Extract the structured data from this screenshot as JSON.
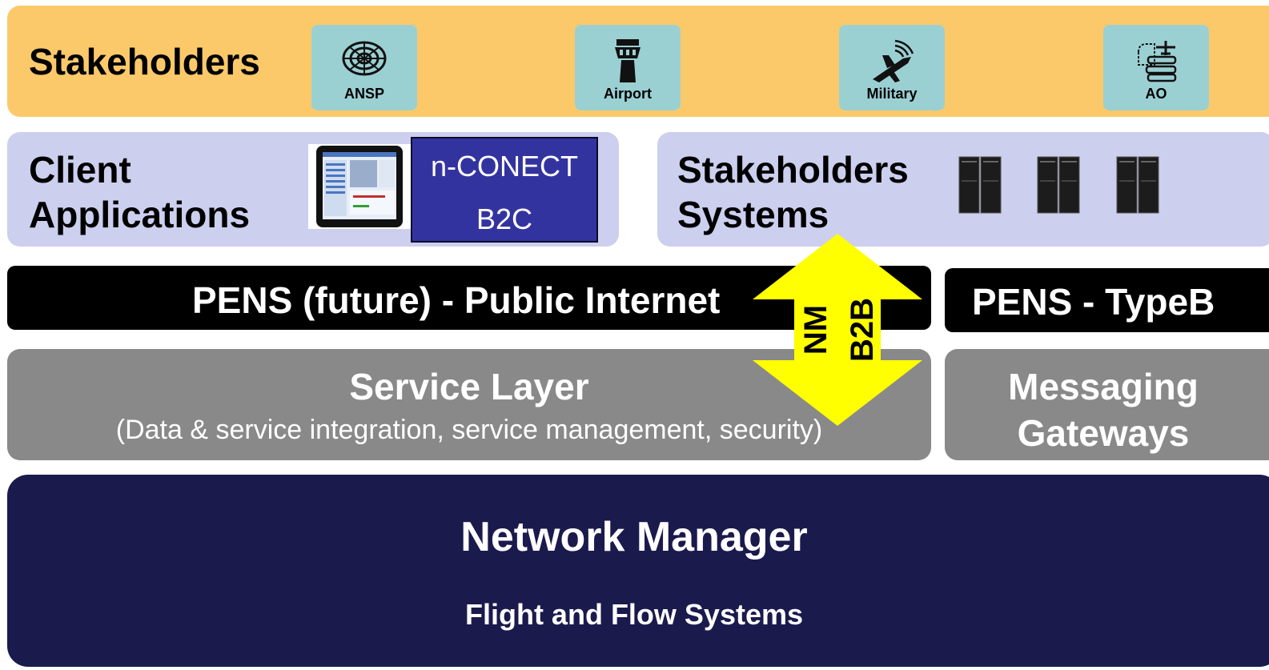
{
  "stakeholders": {
    "title": "Stakeholders",
    "items": [
      {
        "label": "ANSP",
        "icon": "radar-icon"
      },
      {
        "label": "Airport",
        "icon": "control-tower-icon"
      },
      {
        "label": "Military",
        "icon": "fighter-jet-icon"
      },
      {
        "label": "AO",
        "icon": "aircraft-operator-icon"
      }
    ]
  },
  "client_applications": {
    "title_line1": "Client",
    "title_line2": "Applications",
    "product_line1": "n-CONECT",
    "product_line2": "B2C"
  },
  "stakeholder_systems": {
    "title_line1": "Stakeholders",
    "title_line2": "Systems",
    "server_count": 3
  },
  "pens_public": "PENS (future)  - Public Internet",
  "pens_typeb": "PENS -  TypeB",
  "service_layer": {
    "title": "Service Layer",
    "subtitle": "(Data & service integration, service management, security)"
  },
  "messaging_gateways": {
    "line1": "Messaging",
    "line2": "Gateways"
  },
  "network_manager": {
    "title": "Network Manager",
    "subtitle": "Flight and Flow Systems"
  },
  "nm_b2b_arrow": {
    "line1": "NM",
    "line2": "B2B"
  },
  "colors": {
    "stakeholders": "#fbc96a",
    "tile": "#9bd0d3",
    "lavender": "#cccfee",
    "b2c": "#3333a0",
    "service": "#898989",
    "network_manager": "#1b1a4d",
    "arrow": "#ffff00"
  }
}
